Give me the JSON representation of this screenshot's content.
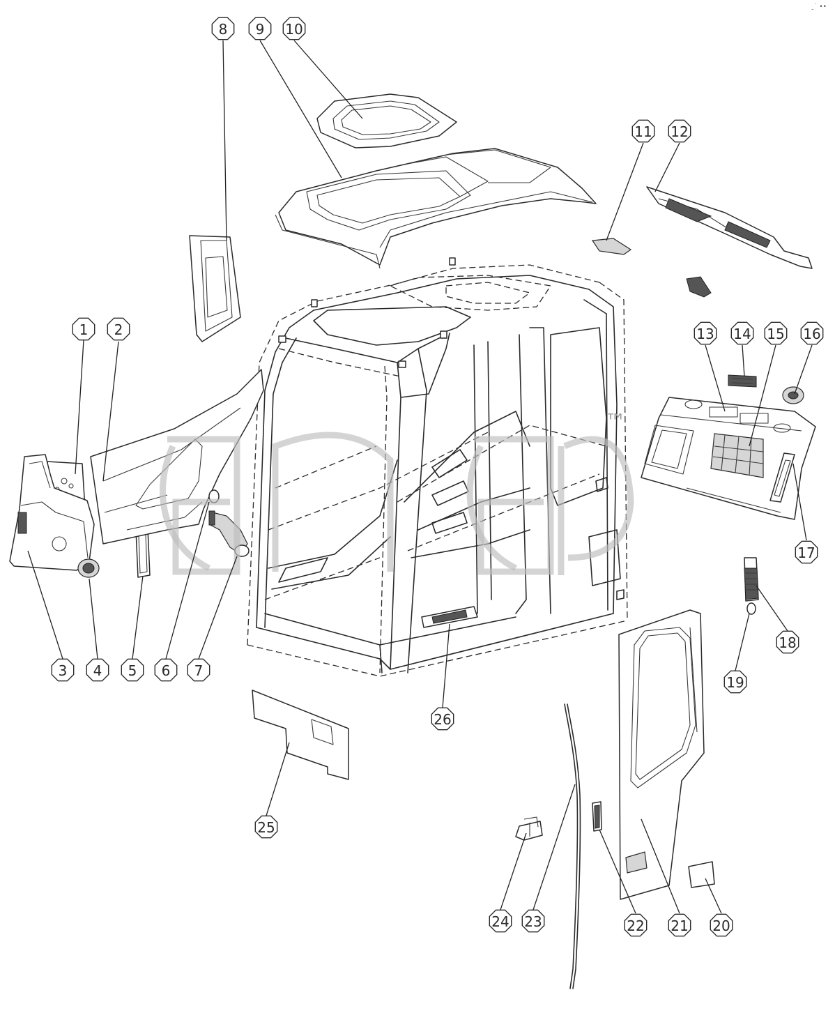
{
  "watermark": {
    "text": "ana",
    "trademark": "™"
  },
  "corner_mark": "̱˙ ••",
  "callouts": [
    {
      "label": "1",
      "target": "panel-upper-left"
    },
    {
      "label": "2",
      "target": "side-trim-panel"
    },
    {
      "label": "3",
      "target": "console-cover-left"
    },
    {
      "label": "4",
      "target": "round-vent"
    },
    {
      "label": "5",
      "target": "rect-vent"
    },
    {
      "label": "6",
      "target": "clip"
    },
    {
      "label": "7",
      "target": "air-duct"
    },
    {
      "label": "8",
      "target": "pillar-trim"
    },
    {
      "label": "9",
      "target": "roof-panel"
    },
    {
      "label": "10",
      "target": "roof-window-frame"
    },
    {
      "label": "11",
      "target": "roof-vent"
    },
    {
      "label": "12",
      "target": "rear-roof-trim"
    },
    {
      "label": "13",
      "target": "rear-shelf"
    },
    {
      "label": "14",
      "target": "vent-grille"
    },
    {
      "label": "15",
      "target": "storage-net"
    },
    {
      "label": "16",
      "target": "round-vent-right"
    },
    {
      "label": "17",
      "target": "side-vent"
    },
    {
      "label": "18",
      "target": "flex-hose"
    },
    {
      "label": "19",
      "target": "cover-plate"
    },
    {
      "label": "20",
      "target": "door-trim-panel"
    },
    {
      "label": "21",
      "target": "door-handle-trim"
    },
    {
      "label": "22",
      "target": "seal-strip"
    },
    {
      "label": "23",
      "target": "bracket"
    },
    {
      "label": "24",
      "target": "floor-panel"
    },
    {
      "label": "25",
      "target": "step-plate"
    },
    {
      "label": "26",
      "target": "hose-clamp"
    }
  ]
}
